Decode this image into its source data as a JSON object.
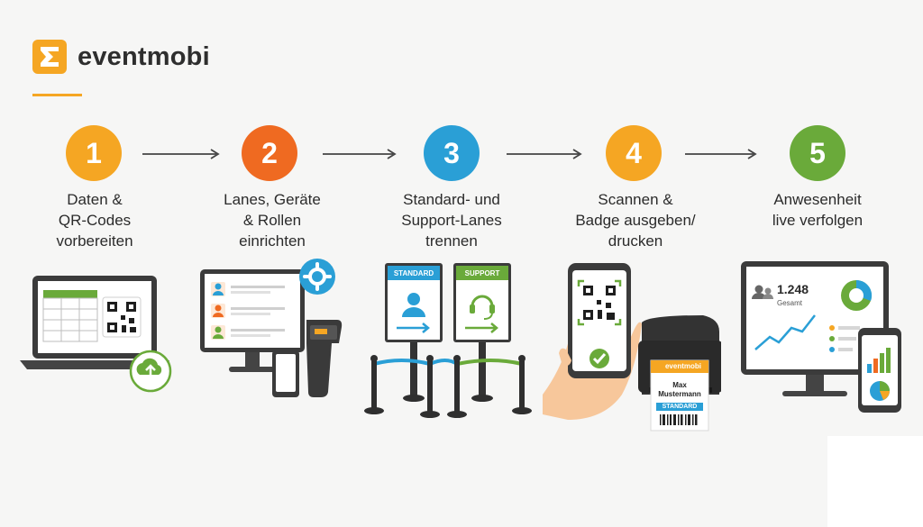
{
  "brand": {
    "name": "eventmobi"
  },
  "steps": [
    {
      "number": "1",
      "label": "Daten &\nQR-Codes\nvorbereiten",
      "color": "#f5a623"
    },
    {
      "number": "2",
      "label": "Lanes, Geräte\n& Rollen\neinrichten",
      "color": "#ef6a21"
    },
    {
      "number": "3",
      "label": "Standard- und\nSupport-Lanes\ntrennen",
      "color": "#2a9fd6"
    },
    {
      "number": "4",
      "label": "Scannen &\nBadge ausgeben/\ndrucken",
      "color": "#f5a623"
    },
    {
      "number": "5",
      "label": "Anwesenheit\nlive verfolgen",
      "color": "#6aaa3a"
    }
  ],
  "lanes": {
    "standard": "STANDARD",
    "support": "SUPPORT"
  },
  "badge": {
    "brand": "eventmobi",
    "name_line1": "Max",
    "name_line2": "Mustermann",
    "type": "STANDARD"
  },
  "dashboard": {
    "count": "1.248",
    "count_label": "Gesamt"
  }
}
